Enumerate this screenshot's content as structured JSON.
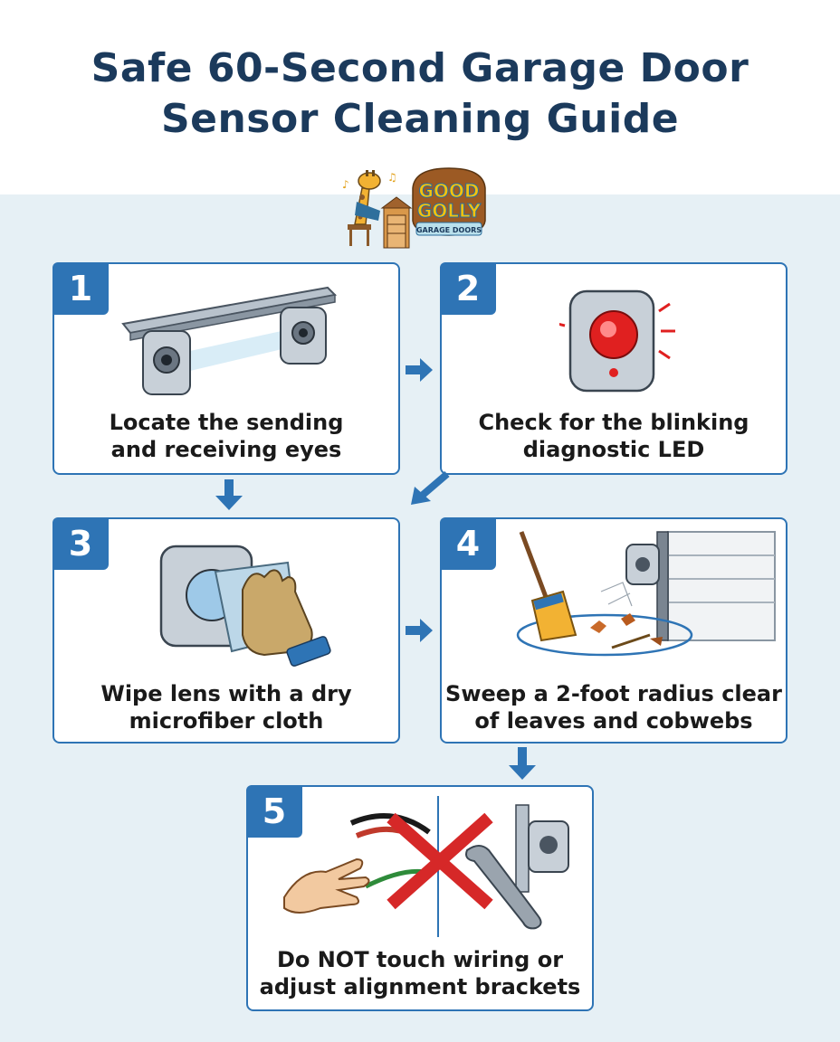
{
  "title": {
    "line1": "Safe 60-Second Garage Door",
    "line2": "Sensor Cleaning Guide"
  },
  "logo": {
    "word1": "GOOD",
    "word2": "GOLLY",
    "tagline": "GARAGE DOORS"
  },
  "steps": [
    {
      "number": "1",
      "line1": "Locate the sending",
      "line2": "and receiving eyes"
    },
    {
      "number": "2",
      "line1": "Check for the blinking",
      "line2": "diagnostic LED"
    },
    {
      "number": "3",
      "line1": "Wipe lens with a dry",
      "line2": "microfiber cloth"
    },
    {
      "number": "4",
      "line1": "Sweep a 2-foot radius clear",
      "line2": "of leaves and cobwebs"
    },
    {
      "number": "5",
      "line1": "Do NOT touch wiring or",
      "line2": "adjust alignment brackets"
    }
  ],
  "colors": {
    "accent": "#2e74b5",
    "title": "#1b3a5c",
    "background": "#e6f0f5",
    "danger": "#d62828",
    "led": "#e02020"
  }
}
